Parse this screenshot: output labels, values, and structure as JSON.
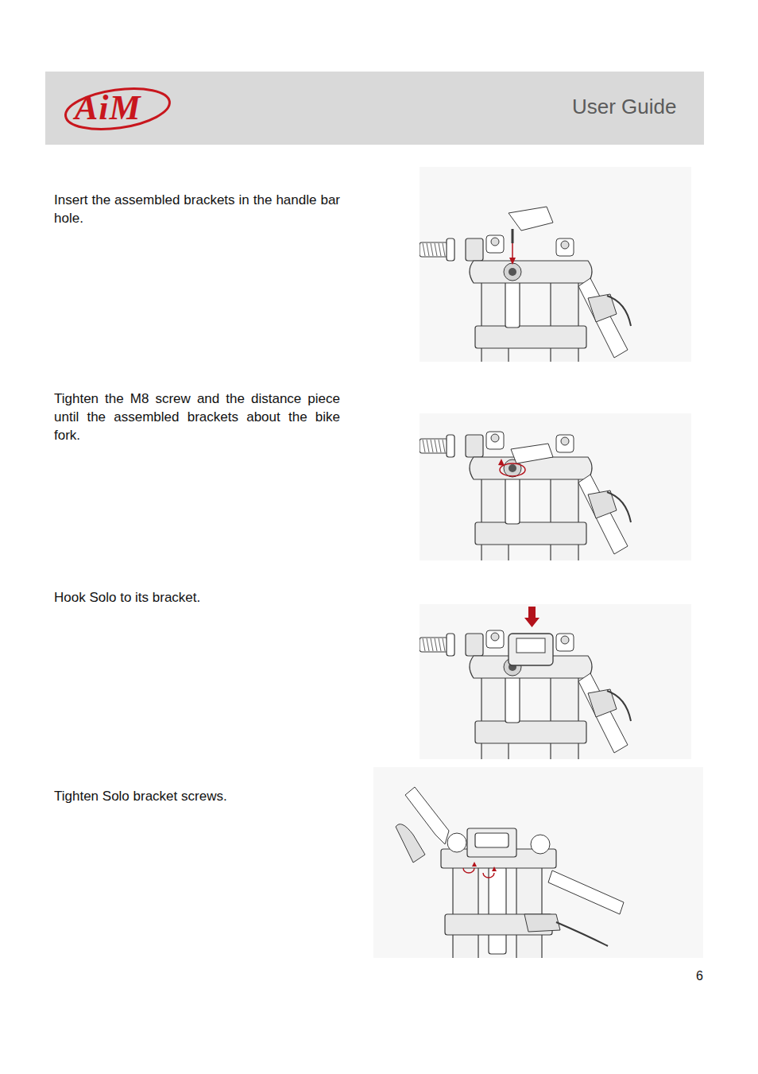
{
  "diagram": {
    "title": "User Guide",
    "labels": [
      "AiM",
      "Insert the assembled brackets in the handle bar hole.",
      "Tighten the M8 screw and the distance piece until the assembled brackets about the bike fork.",
      "Hook Solo to its bracket.",
      "Tighten Solo bracket screws.",
      "6"
    ]
  }
}
